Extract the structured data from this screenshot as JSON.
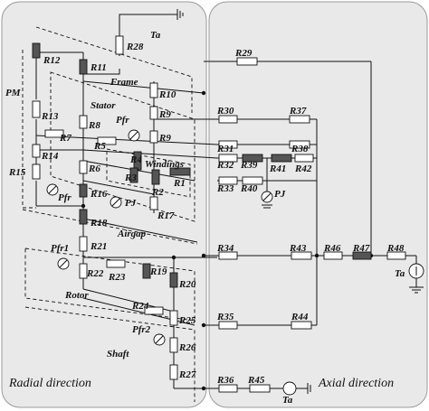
{
  "regions": {
    "radial": "Radial direction",
    "axial": "Axial direction"
  },
  "sections": {
    "pm": "PM",
    "stator": "Stator",
    "frame": "Frame",
    "windings": "Windings",
    "airgap": "Airgap",
    "rotor": "Rotor",
    "shaft": "Shaft"
  },
  "sources": {
    "ta": "Ta",
    "pfr": "Pfr",
    "pj": "PJ",
    "pfr1": "Pfr1",
    "pfr2": "Pfr2"
  },
  "resistors": {
    "r1": "R1",
    "r2": "R2",
    "r3": "R3",
    "r4": "R4",
    "r5": "R5",
    "r6": "R6",
    "r7": "R7",
    "r8": "R8",
    "r9": "R9",
    "r10": "R10",
    "r11": "R11",
    "r12": "R12",
    "r13": "R13",
    "r14": "R14",
    "r15": "R15",
    "r16": "R16",
    "r17": "R17",
    "r18": "R18",
    "r19": "R19",
    "r20": "R20",
    "r21": "R21",
    "r22": "R22",
    "r23": "R23",
    "r24": "R24",
    "r25": "R25",
    "r26": "R26",
    "r27": "R27",
    "r28": "R28",
    "r29": "R29",
    "r30": "R30",
    "r31": "R31",
    "r32": "R32",
    "r33": "R33",
    "r34": "R34",
    "r35": "R35",
    "r36": "R36",
    "r37": "R37",
    "r38": "R38",
    "r39": "R39",
    "r40": "R40",
    "r41": "R41",
    "r42": "R42",
    "r43": "R43",
    "r44": "R44",
    "r45": "R45",
    "r46": "R46",
    "r47": "R47",
    "r48": "R48"
  }
}
